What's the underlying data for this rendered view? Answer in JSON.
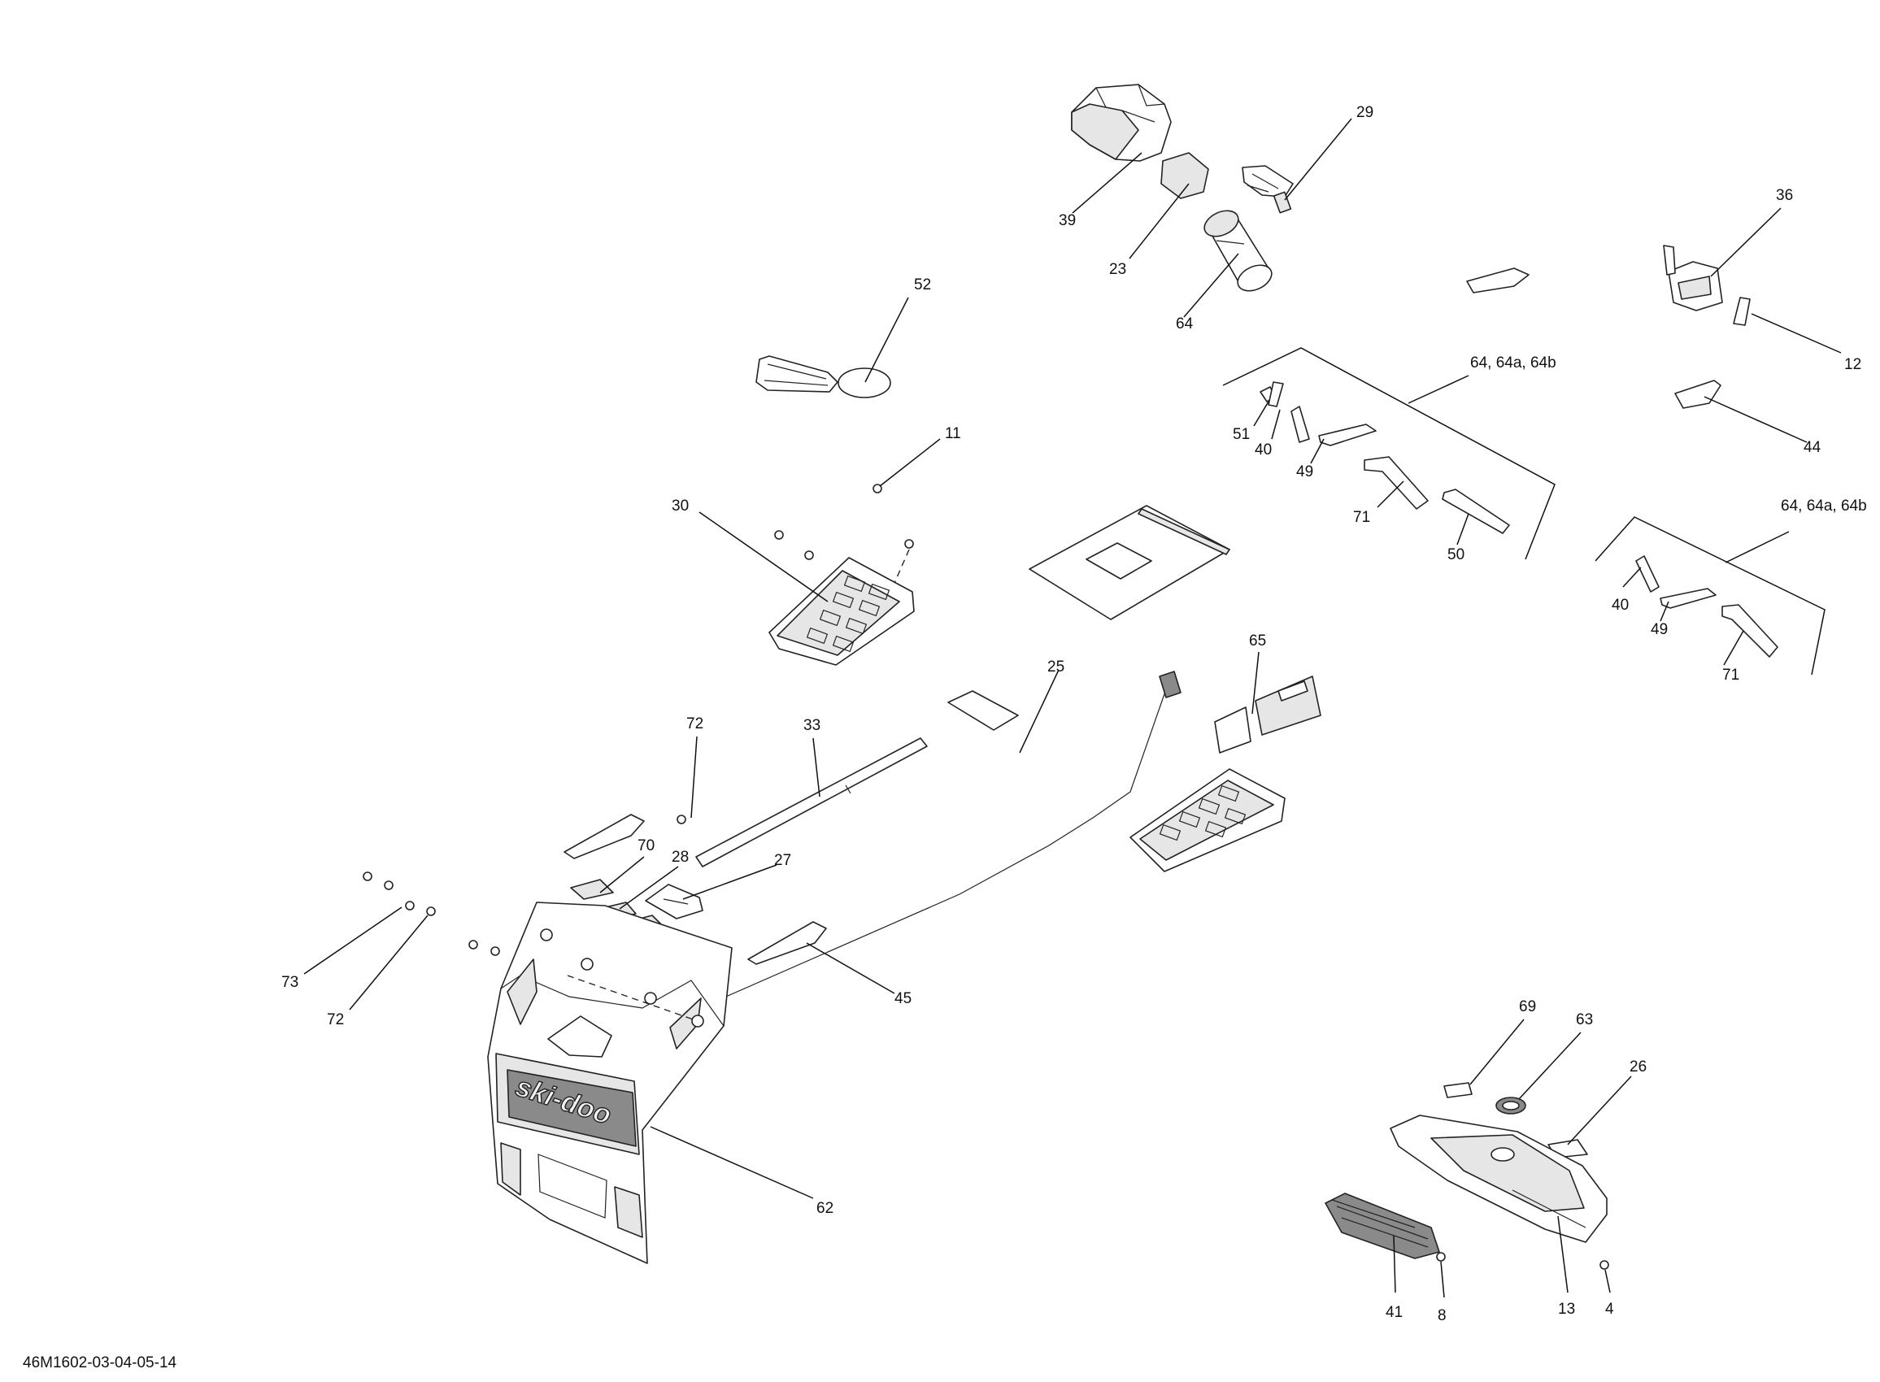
{
  "figure_code": "46M1602-03-04-05-14",
  "logo_text": "ski-doo",
  "callouts": [
    {
      "id": "c39",
      "label": "39"
    },
    {
      "id": "c23",
      "label": "23"
    },
    {
      "id": "c29",
      "label": "29"
    },
    {
      "id": "c64a",
      "label": "64"
    },
    {
      "id": "c36",
      "label": "36"
    },
    {
      "id": "c12",
      "label": "12"
    },
    {
      "id": "c52",
      "label": "52"
    },
    {
      "id": "c64g1",
      "label": "64, 64a, 64b"
    },
    {
      "id": "c44",
      "label": "44"
    },
    {
      "id": "c51",
      "label": "51"
    },
    {
      "id": "c40a",
      "label": "40"
    },
    {
      "id": "c49a",
      "label": "49"
    },
    {
      "id": "c71a",
      "label": "71"
    },
    {
      "id": "c50",
      "label": "50"
    },
    {
      "id": "c11",
      "label": "11"
    },
    {
      "id": "c30",
      "label": "30"
    },
    {
      "id": "c64g2",
      "label": "64, 64a, 64b"
    },
    {
      "id": "c40b",
      "label": "40"
    },
    {
      "id": "c49b",
      "label": "49"
    },
    {
      "id": "c71b",
      "label": "71"
    },
    {
      "id": "c65",
      "label": "65"
    },
    {
      "id": "c25",
      "label": "25"
    },
    {
      "id": "c72a",
      "label": "72"
    },
    {
      "id": "c33",
      "label": "33"
    },
    {
      "id": "c70",
      "label": "70"
    },
    {
      "id": "c28",
      "label": "28"
    },
    {
      "id": "c27",
      "label": "27"
    },
    {
      "id": "c73",
      "label": "73"
    },
    {
      "id": "c72b",
      "label": "72"
    },
    {
      "id": "c45",
      "label": "45"
    },
    {
      "id": "c62",
      "label": "62"
    },
    {
      "id": "c69",
      "label": "69"
    },
    {
      "id": "c63",
      "label": "63"
    },
    {
      "id": "c26",
      "label": "26"
    },
    {
      "id": "c41",
      "label": "41"
    },
    {
      "id": "c8",
      "label": "8"
    },
    {
      "id": "c13",
      "label": "13"
    },
    {
      "id": "c4",
      "label": "4"
    }
  ]
}
